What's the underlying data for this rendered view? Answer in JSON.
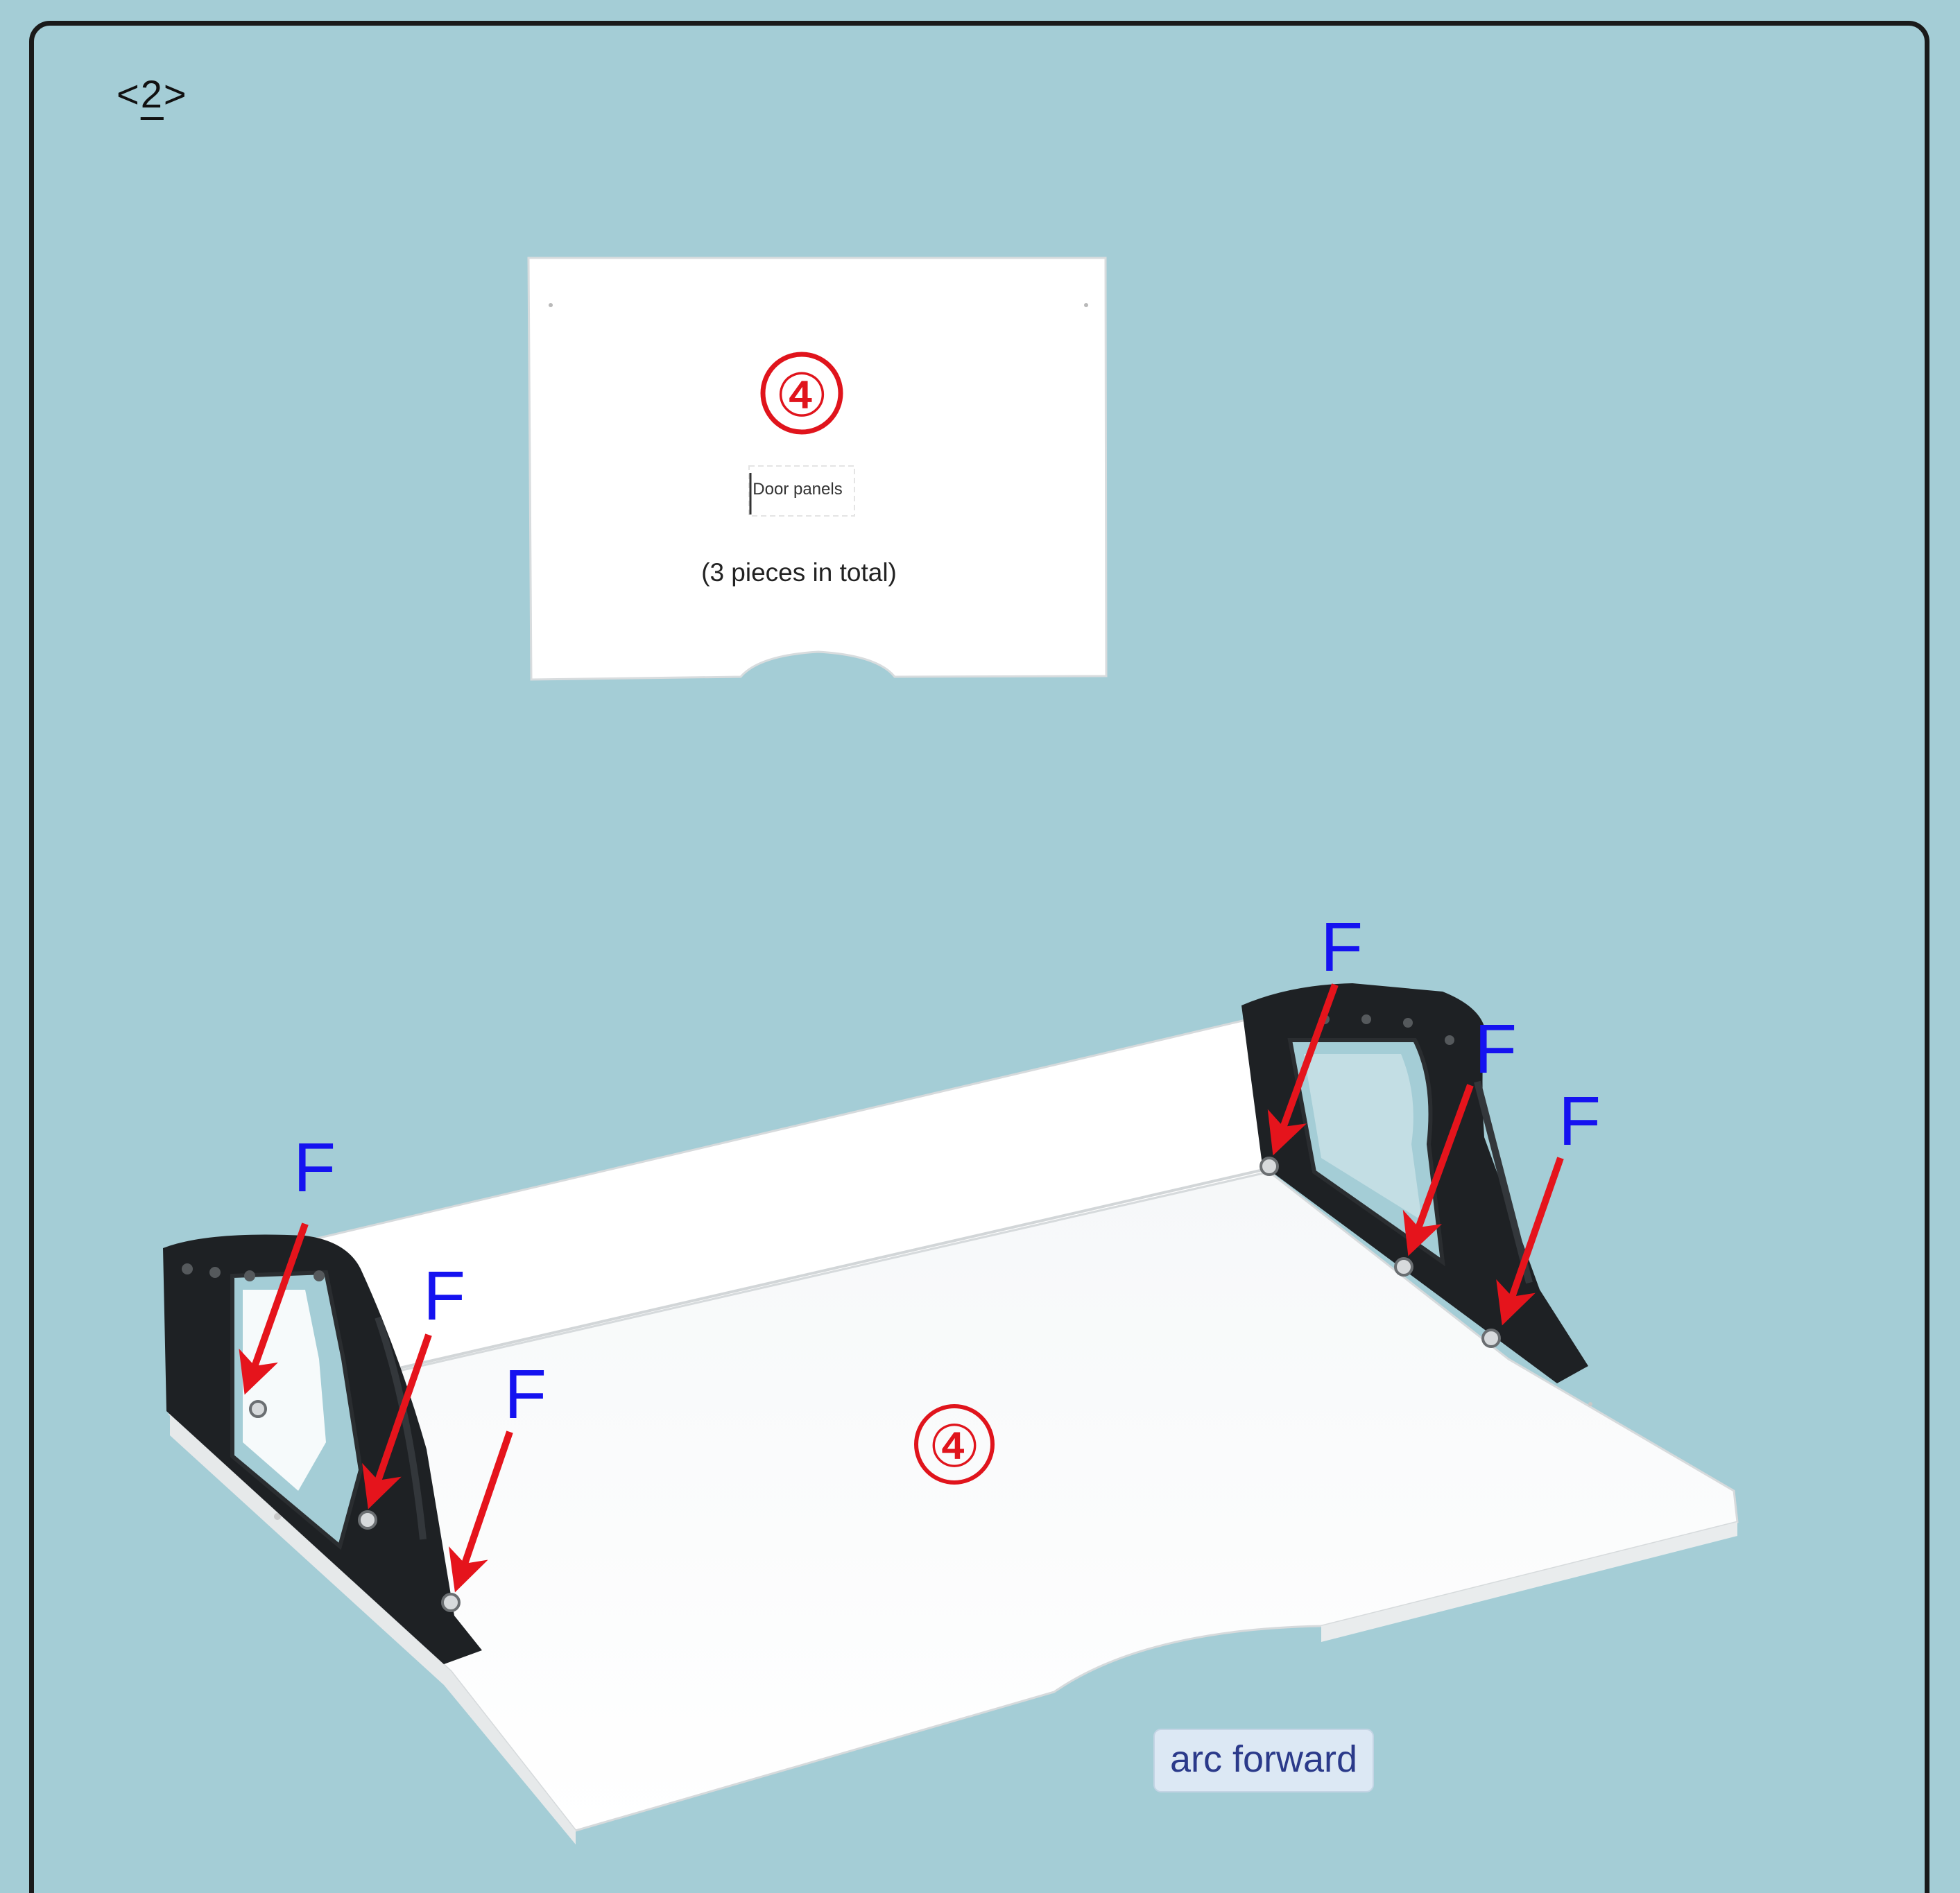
{
  "step": {
    "open": "<",
    "number": "2",
    "close": ">"
  },
  "top_panel": {
    "part_number": "④",
    "name": "Door panels",
    "quantity_note": "(3 pieces in total)"
  },
  "main_panel": {
    "part_number": "④",
    "orientation_note": "arc forward"
  },
  "fastener_labels": {
    "left_1": "F",
    "left_2": "F",
    "left_3": "F",
    "right_1": "F",
    "right_2": "F",
    "right_3": "F"
  },
  "colors": {
    "background": "#a4cdd6",
    "panel": "#ffffff",
    "bracket": "#1e2124",
    "arrow": "#e5141c",
    "fastener_letter": "#1512f0",
    "part_number": "#e0141c"
  }
}
